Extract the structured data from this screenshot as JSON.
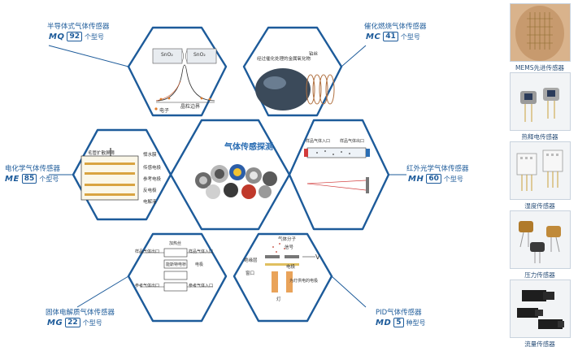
{
  "center": {
    "title": "气体传感探测"
  },
  "sensors": [
    {
      "name": "半导体式气体传感器",
      "code": "MQ",
      "count": "92",
      "unit": "个型号"
    },
    {
      "name": "催化燃烧气体传感器",
      "code": "MC",
      "count": "41",
      "unit": "个型号"
    },
    {
      "name": "电化学气体传感器",
      "code": "ME",
      "count": "85",
      "unit": "个型号"
    },
    {
      "name": "红外光学气体传感器",
      "code": "MH",
      "count": "60",
      "unit": "个型号"
    },
    {
      "name": "固体电解质气体传感器",
      "code": "MG",
      "count": "22",
      "unit": "个型号"
    },
    {
      "name": "PID气体传感器",
      "code": "MD",
      "count": "5",
      "unit": "种型号"
    }
  ],
  "diagram_labels": {
    "semiconductor": {
      "sno2_left": "SnO₂",
      "sno2_right": "SnO₂",
      "grain": "晶粒边界",
      "electron": "电子"
    },
    "catalytic": {
      "element": "经过催化处理的金属氧化物",
      "coil": "铂丝"
    },
    "electrochem": {
      "capillary": "毛管扩散屏障",
      "hydrophobic": "憎水膜",
      "sensing": "传感电极",
      "reference": "参考电极",
      "counter": "反电极",
      "electrolyte": "电解液"
    },
    "infrared": {
      "gas_in": "样品气体入口",
      "gas_out": "样品气体出口"
    },
    "solid": {
      "heater": "加热丝",
      "sample_in": "样品气体出口",
      "sample_out": "样品气体入口",
      "cell": "能斯特电桥",
      "electrode": "电极",
      "ref_in": "参考气体出口",
      "ref_out": "参考气体入口"
    },
    "pid": {
      "molecule": "气体分子",
      "signal": "信号",
      "insulation": "绝缘层",
      "electrode": "电极",
      "window": "窗口",
      "lamp_electrode": "为灯供电的电极",
      "lamp": "灯",
      "voltage": "V"
    }
  },
  "products": [
    {
      "caption": "MEMS先进传感器",
      "icon": "mems-flexible-sensor"
    },
    {
      "caption": "热释电传感器",
      "icon": "pyroelectric-sensor"
    },
    {
      "caption": "湿度传感器",
      "icon": "humidity-sensor"
    },
    {
      "caption": "压力传感器",
      "icon": "pressure-sensor"
    },
    {
      "caption": "流量传感器",
      "icon": "flow-sensor"
    }
  ],
  "colors": {
    "hex_stroke": "#1d5b9a",
    "accent": "#2a6db3"
  }
}
